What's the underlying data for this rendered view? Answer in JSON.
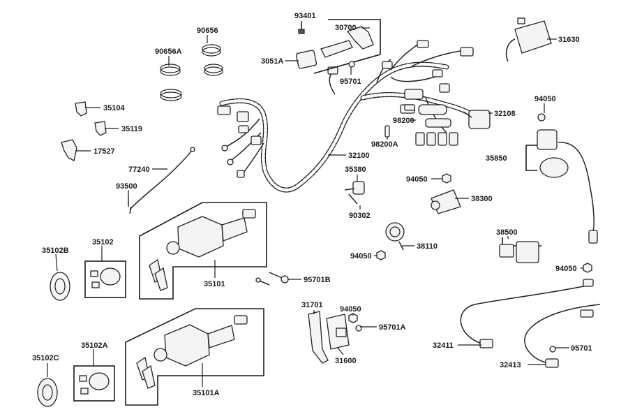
{
  "labels": {
    "p93401": "93401",
    "p30700": "30700",
    "p3051A": "3051A",
    "p95701_top": "95701",
    "p90656": "90656",
    "p90656A": "90656A",
    "p35104": "35104",
    "p35119": "35119",
    "p17527": "17527",
    "p77240": "77240",
    "p93500": "93500",
    "p32100": "32100",
    "p35380": "35380",
    "p90302": "90302",
    "p98200": "98200",
    "p98200A": "98200A",
    "p32108": "32108",
    "p31630": "31630",
    "p94050_a": "94050",
    "p35850": "35850",
    "p94050_b": "94050",
    "p38300": "38300",
    "p38500": "38500",
    "p38110": "38110",
    "p94050_c": "94050",
    "p94050_d": "94050",
    "p35102B": "35102B",
    "p35102": "35102",
    "p35101": "35101",
    "p95701B": "95701B",
    "p31701": "31701",
    "p94050_e": "94050",
    "p95701A": "95701A",
    "p31600": "31600",
    "p32411": "32411",
    "p32413": "32413",
    "p95701_br": "95701",
    "p35102C": "35102C",
    "p35102A": "35102A",
    "p35101A": "35101A"
  }
}
